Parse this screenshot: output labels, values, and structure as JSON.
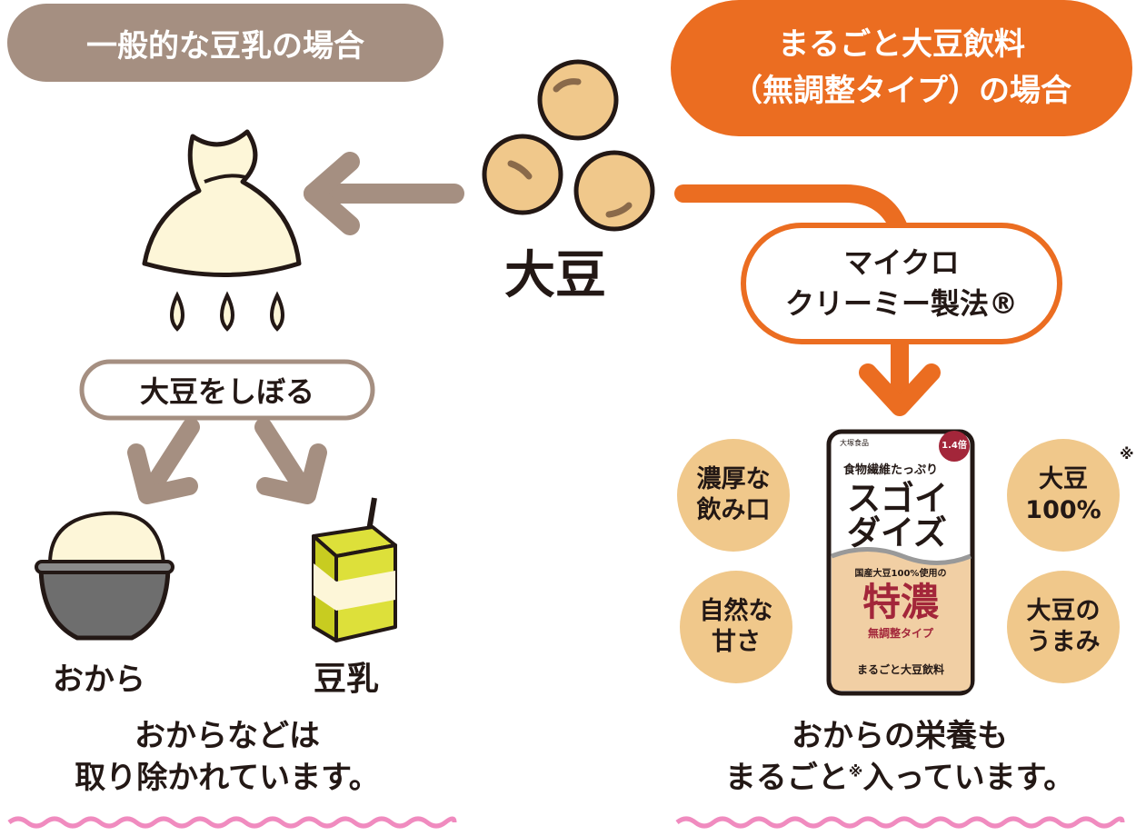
{
  "left": {
    "header": "一般的な豆乳の場合",
    "process_label": "大豆をしぼる",
    "output_okara": "おから",
    "output_soymilk": "豆乳",
    "caption_line1": "おからなどは",
    "caption_line2": "取り除かれています。"
  },
  "center": {
    "soybean_label": "大豆"
  },
  "right": {
    "header_line1": "まるごと大豆飲料",
    "header_line2": "（無調整タイプ）の場合",
    "process_line1": "マイクロ",
    "process_line2": "クリーミー製法®",
    "features": [
      {
        "line1": "濃厚な",
        "line2": "飲み口"
      },
      {
        "line1": "自然な",
        "line2": "甘さ"
      },
      {
        "line1": "大豆",
        "line2": "100%"
      },
      {
        "line1": "大豆の",
        "line2": "うまみ"
      }
    ],
    "feature_note_mark": "※",
    "caption_line1": "おからの栄養も",
    "caption_line2_a": "まるごと",
    "caption_line2_note": "※",
    "caption_line2_b": "入っています。"
  },
  "package": {
    "maker": "大塚食品",
    "badge": "1.4倍",
    "tagline": "食物繊維たっぷり",
    "brand_line1": "スゴイ",
    "brand_line2": "ダイズ",
    "sub": "国産大豆100%使用の",
    "big": "特濃",
    "type": "無調整タイプ",
    "bottom": "まるごと大豆飲料"
  },
  "colors": {
    "gray_brown": "#a58f81",
    "orange": "#eb6d21",
    "bean": "#f0c88b",
    "pink": "#f08bbf",
    "crimson": "#a3263a"
  }
}
